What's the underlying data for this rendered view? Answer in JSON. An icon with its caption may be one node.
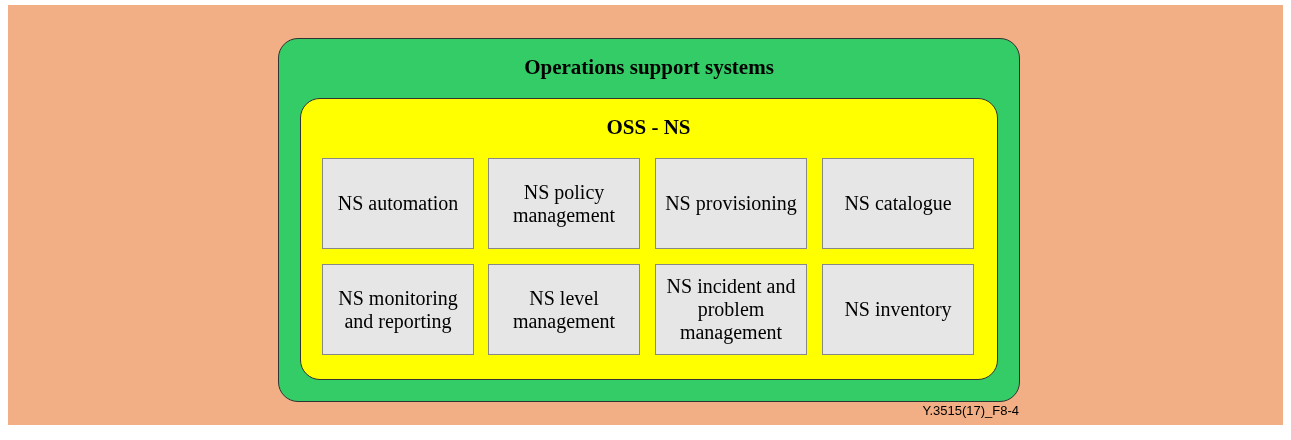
{
  "diagram": {
    "nodes": [
      {
        "text": [
          "Operations support systems"
        ]
      },
      {
        "text": [
          "OSS - NS"
        ],
        "in": 0
      },
      {
        "text": [
          "NS automation"
        ],
        "in": 1
      },
      {
        "text": [
          "NS policy management"
        ],
        "in": 1
      },
      {
        "text": [
          "NS provisioning"
        ],
        "in": 1
      },
      {
        "text": [
          "NS catalogue"
        ],
        "in": 1
      },
      {
        "text": [
          "NS monitoring and reporting"
        ],
        "in": 1
      },
      {
        "text": [
          "NS level management"
        ],
        "in": 1
      },
      {
        "text": [
          "NS incident and problem management"
        ],
        "in": 1
      },
      {
        "text": [
          "NS inventory"
        ],
        "in": 1
      }
    ],
    "labels": [
      "Y.3515(17)_F8-4"
    ]
  }
}
